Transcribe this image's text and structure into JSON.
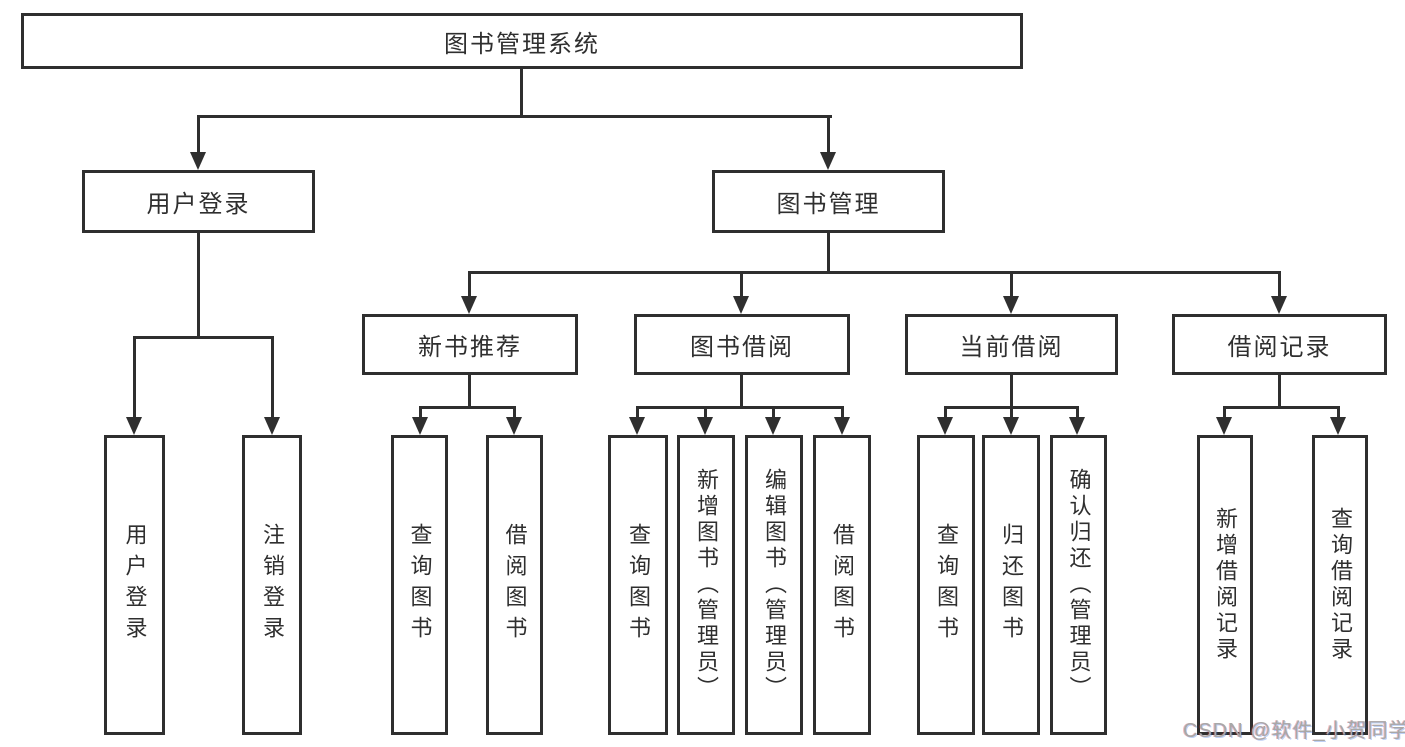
{
  "diagram": {
    "title": "图书管理系统",
    "level2": {
      "user_login": "用户登录",
      "book_management": "图书管理"
    },
    "level3": {
      "new_book_recommendation": "新书推荐",
      "book_borrowing": "图书借阅",
      "current_borrowing": "当前借阅",
      "borrowing_records": "借阅记录"
    },
    "leaves": {
      "user_login": "用户登录",
      "logout_login": "注销登录",
      "recommend_query_books": "查询图书",
      "recommend_borrow_books": "借阅图书",
      "borrow_query_books": "查询图书",
      "borrow_add_books_admin": "新增图书（管理员）",
      "borrow_edit_books_admin": "编辑图书（管理员）",
      "borrow_borrow_books": "借阅图书",
      "current_query_books": "查询图书",
      "current_return_books": "归还图书",
      "current_confirm_return_admin": "确认归还（管理员）",
      "records_add_borrow_record": "新增借阅记录",
      "records_query_borrow_record": "查询借阅记录"
    }
  },
  "watermark": "CSDN @软件_小贺同学",
  "colors": {
    "line": "#2f2f2f",
    "text": "#2f2f2f",
    "watermark": "#a8a8a8",
    "background": "#ffffff"
  }
}
